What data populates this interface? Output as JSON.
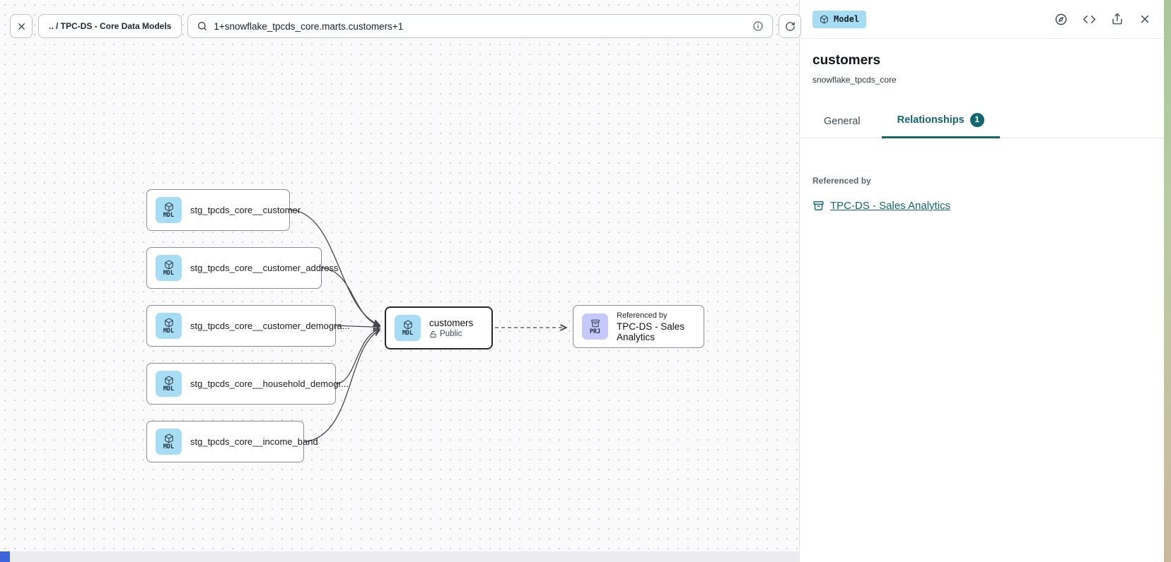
{
  "toolbar": {
    "breadcrumb": ".. / TPC-DS - Core Data Models",
    "search_value": "1+snowflake_tpcds_core.marts.customers+1"
  },
  "panel": {
    "type_badge": "Model",
    "title": "customers",
    "subtitle": "snowflake_tpcds_core",
    "tabs": {
      "general": "General",
      "relationships": "Relationships",
      "relationships_badge": "1"
    },
    "referenced_by": {
      "header": "Referenced by",
      "link": "TPC-DS - Sales Analytics"
    }
  },
  "canvas": {
    "nodes": [
      {
        "badge": "MDL",
        "label": "stg_tpcds_core__customer"
      },
      {
        "badge": "MDL",
        "label": "stg_tpcds_core__customer_address"
      },
      {
        "badge": "MDL",
        "label": "stg_tpcds_core__customer_demogra..."
      },
      {
        "badge": "MDL",
        "label": "stg_tpcds_core__household_demogr..."
      },
      {
        "badge": "MDL",
        "label": "stg_tpcds_core__income_band"
      }
    ],
    "selected_node": {
      "badge": "MDL",
      "label": "customers",
      "access": "Public"
    },
    "project_node": {
      "badge": "PRJ",
      "caption": "Referenced by",
      "label": "TPC-DS - Sales Analytics"
    }
  },
  "colors": {
    "accent_teal": "#11676d",
    "model_badge_bg": "#a7dcf5",
    "project_badge_bg": "#c5c9f9",
    "selected_node_border": "#27272c",
    "edge": "#46464c",
    "scrollbar_thumb": "#3e63dd"
  }
}
